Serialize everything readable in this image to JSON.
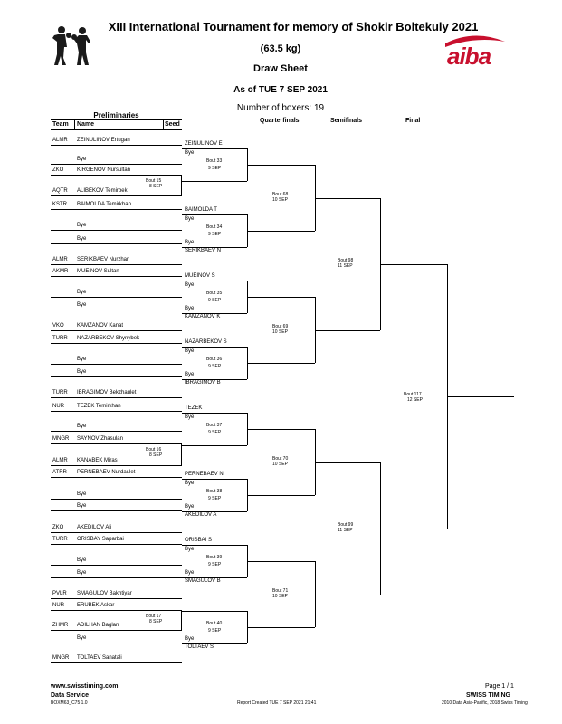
{
  "header": {
    "title": "XIII International Tournament for memory of Shokir Boltekuly 2021",
    "weight": "(63.5 kg)",
    "sheet": "Draw Sheet",
    "as_of": "As of TUE 7 SEP 2021",
    "num_boxers": "Number of boxers: 19",
    "aiba_logo": "aiba"
  },
  "columns": {
    "preliminaries": "Preliminaries",
    "team": "Team",
    "name": "Name",
    "seed": "Seed",
    "quarterfinals": "Quarterfinals",
    "semifinals": "Semifinals",
    "final": "Final"
  },
  "prelim_rows": [
    {
      "team": "ALMR",
      "name": "ZEINULINOV Ertugan"
    },
    {
      "team": "",
      "name": "Bye"
    },
    {
      "team": "ZKO",
      "name": "KIRGENOV Nursultan"
    },
    {
      "team": "AQTR",
      "name": "ALIBEKOV Temirbek"
    },
    {
      "team": "KSTR",
      "name": "BAIMOLDA Temirkhan"
    },
    {
      "team": "",
      "name": "Bye"
    },
    {
      "team": "",
      "name": "Bye"
    },
    {
      "team": "ALMR",
      "name": "SERIKBAEV Nurzhan"
    },
    {
      "team": "AKMR",
      "name": "MUEINOV Sultan"
    },
    {
      "team": "",
      "name": "Bye"
    },
    {
      "team": "",
      "name": "Bye"
    },
    {
      "team": "VKO",
      "name": "KAMZANOV Kanat"
    },
    {
      "team": "TURR",
      "name": "NAZARBEKOV Shynybek"
    },
    {
      "team": "",
      "name": "Bye"
    },
    {
      "team": "",
      "name": "Bye"
    },
    {
      "team": "TURR",
      "name": "IBRAGIMOV Bekzhaulet"
    },
    {
      "team": "NUR",
      "name": "TEZEK Temirkhan"
    },
    {
      "team": "",
      "name": "Bye"
    },
    {
      "team": "MNGR",
      "name": "SAYNOV Zhasulan"
    },
    {
      "team": "ALMR",
      "name": "KANABEK Miras"
    },
    {
      "team": "ATRR",
      "name": "PERNEBAEV Nurdaulet"
    },
    {
      "team": "",
      "name": "Bye"
    },
    {
      "team": "",
      "name": "Bye"
    },
    {
      "team": "ZKO",
      "name": "AKEDILOV Ali"
    },
    {
      "team": "TURR",
      "name": "ORISBAY Saparbai"
    },
    {
      "team": "",
      "name": "Bye"
    },
    {
      "team": "",
      "name": "Bye"
    },
    {
      "team": "PVLR",
      "name": "SMAGULOV Bakhtiyar"
    },
    {
      "team": "NUR",
      "name": "ERUBEK Askar"
    },
    {
      "team": "ZHMR",
      "name": "ADILHAN Baglan"
    },
    {
      "team": "",
      "name": "Bye"
    },
    {
      "team": "MNGR",
      "name": "TOLTAEV Sanatali"
    }
  ],
  "prelim_bouts": [
    {
      "bout": "Bout 15",
      "date": "8 SEP"
    },
    {
      "bout": "Bout 16",
      "date": "8 SEP"
    },
    {
      "bout": "Bout 17",
      "date": "8 SEP"
    }
  ],
  "r16": [
    {
      "top": "ZEINULINOV E",
      "upper": "Bye",
      "bout": "Bout 33",
      "date": "9 SEP",
      "lower": "",
      "bottom": ""
    },
    {
      "top": "BAIMOLDA T",
      "upper": "Bye",
      "bout": "Bout 34",
      "date": "9 SEP",
      "lower": "Bye",
      "bottom": "SERIKBAEV N"
    },
    {
      "top": "MUEINOV S",
      "upper": "Bye",
      "bout": "Bout 35",
      "date": "9 SEP",
      "lower": "Bye",
      "bottom": "KAMZANOV K"
    },
    {
      "top": "NAZARBEKOV S",
      "upper": "Bye",
      "bout": "Bout 36",
      "date": "9 SEP",
      "lower": "Bye",
      "bottom": "IBRAGIMOV B"
    },
    {
      "top": "TEZEK T",
      "upper": "Bye",
      "bout": "Bout 37",
      "date": "9 SEP",
      "lower": "",
      "bottom": ""
    },
    {
      "top": "PERNEBAEV N",
      "upper": "Bye",
      "bout": "Bout 38",
      "date": "9 SEP",
      "lower": "Bye",
      "bottom": "AKEDILOV A"
    },
    {
      "top": "ORISBAI S",
      "upper": "Bye",
      "bout": "Bout 39",
      "date": "9 SEP",
      "lower": "Bye",
      "bottom": "SMAGULOV B"
    },
    {
      "top": "",
      "upper": "",
      "bout": "Bout 40",
      "date": "9 SEP",
      "lower": "Bye",
      "bottom": "TOLTAEV S"
    }
  ],
  "qf": [
    {
      "bout": "Bout 68",
      "date": "10 SEP"
    },
    {
      "bout": "Bout 69",
      "date": "10 SEP"
    },
    {
      "bout": "Bout 70",
      "date": "10 SEP"
    },
    {
      "bout": "Bout 71",
      "date": "10 SEP"
    }
  ],
  "sf": [
    {
      "bout": "Bout 98",
      "date": "11 SEP"
    },
    {
      "bout": "Bout 99",
      "date": "11 SEP"
    }
  ],
  "final": {
    "bout": "Bout 117",
    "date": "12 SEP"
  },
  "footer": {
    "url": "www.swisstiming.com",
    "service": "Data Service",
    "code": "BOXM63_C75 1.0",
    "report": "Report Created TUE 7 SEP 2021 21:41",
    "page": "Page 1 / 1",
    "brand": "SWISS TIMING",
    "copyright": "2010 Data Asia-Pacific, 2018 Swiss Timing"
  }
}
